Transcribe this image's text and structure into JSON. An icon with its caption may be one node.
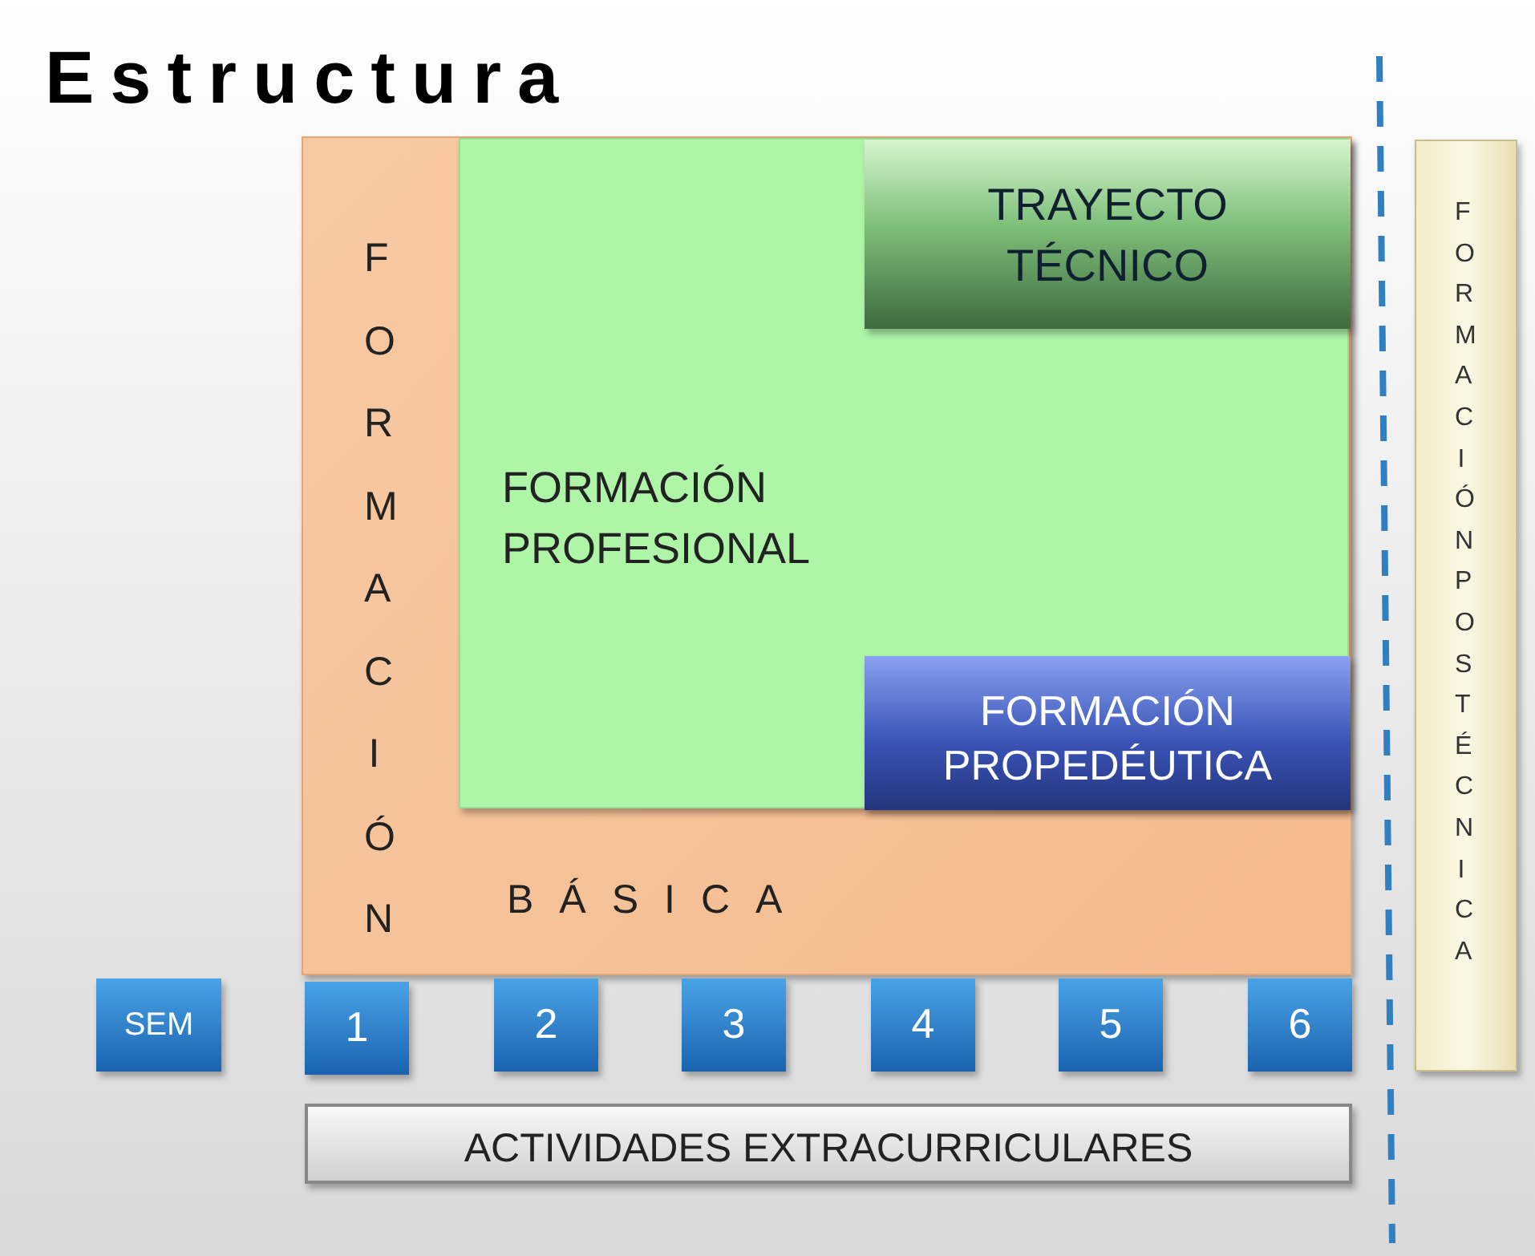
{
  "diagram": {
    "title": "Estructura",
    "nodes": [
      {
        "text": [
          "FORMACIÓN",
          "BÁSICA"
        ]
      },
      {
        "text": [
          "FORMACIÓN PROFESIONAL"
        ],
        "in": 0
      },
      {
        "text": [
          "TRAYECTO TÉCNICO"
        ],
        "in": 1
      },
      {
        "text": [
          "FORMACIÓN PROPEDÉUTICA"
        ],
        "in": 1
      },
      {
        "text": [
          "FORMACIÓN POSTÉCNICA"
        ]
      },
      {
        "text": [
          "SEM"
        ]
      },
      {
        "text": [
          "1"
        ]
      },
      {
        "text": [
          "2"
        ]
      },
      {
        "text": [
          "3"
        ]
      },
      {
        "text": [
          "4"
        ]
      },
      {
        "text": [
          "5"
        ]
      },
      {
        "text": [
          "6"
        ]
      },
      {
        "text": [
          "ACTIVIDADES EXTRACURRICULARES"
        ]
      }
    ],
    "edges": []
  }
}
